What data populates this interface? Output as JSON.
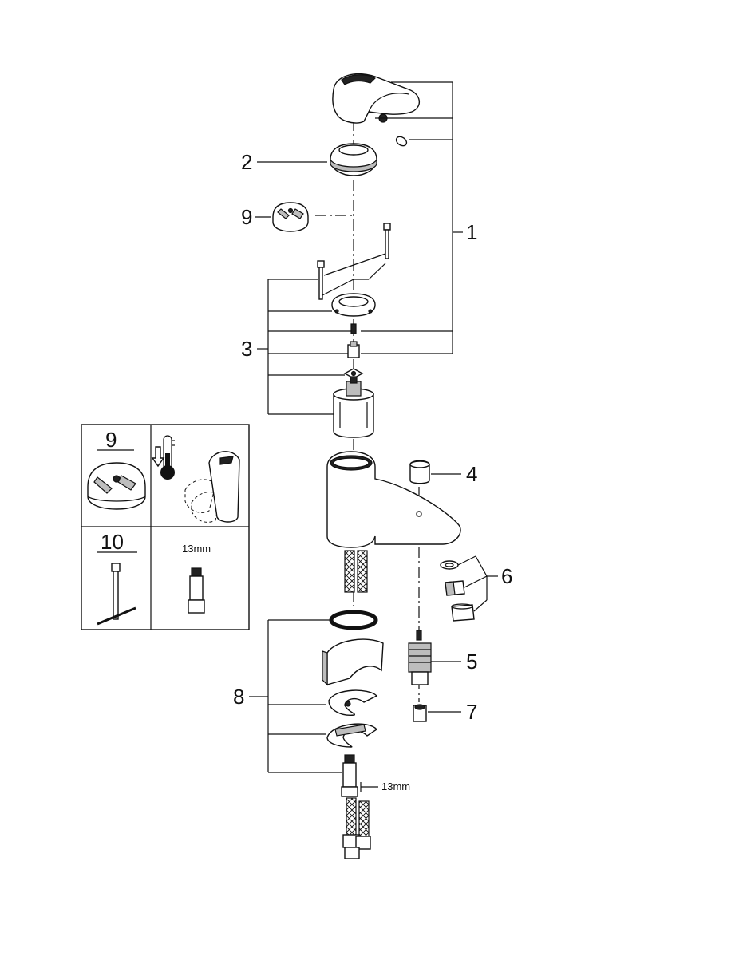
{
  "callouts": {
    "c1": "1",
    "c2": "2",
    "c3": "3",
    "c4": "4",
    "c5": "5",
    "c6": "6",
    "c7": "7",
    "c8": "8",
    "c9": "9"
  },
  "inset": {
    "cell_a_title": "9",
    "cell_c_title": "10",
    "cell_d_caption": "13mm"
  },
  "hose_wrench_label": "13mm"
}
